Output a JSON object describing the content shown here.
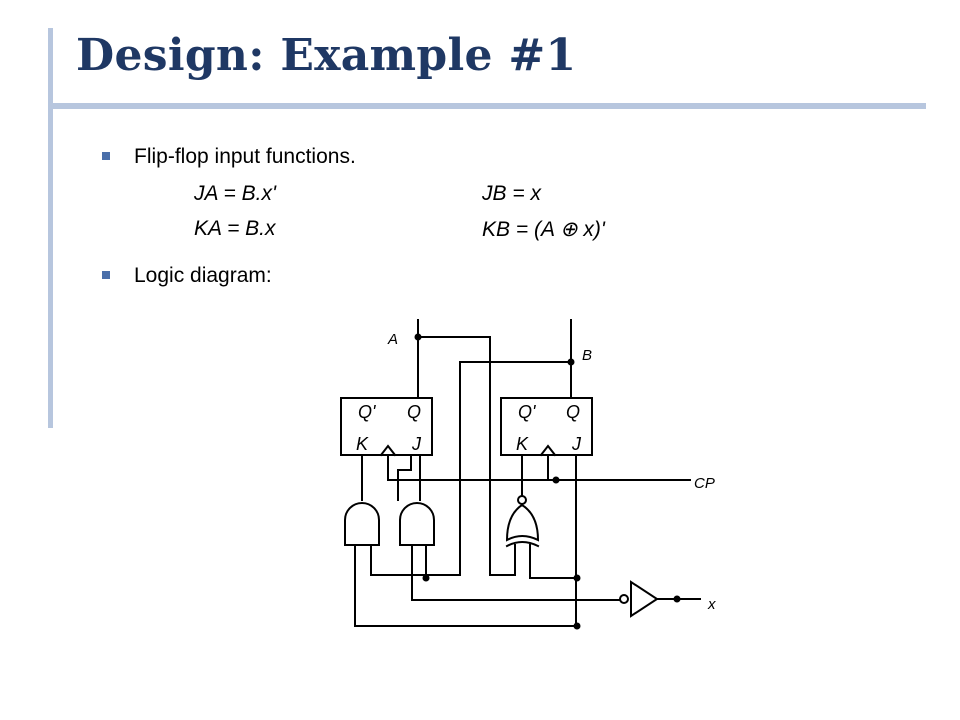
{
  "slide": {
    "title": "Design: Example #1",
    "accent_color": "#1f3864",
    "rule_color": "#b7c6de",
    "bullet_color": "#4a6faa"
  },
  "bullets": [
    {
      "text": "Flip-flop input functions."
    },
    {
      "text": "Logic diagram:"
    }
  ],
  "equations": {
    "ja": "JA = B.x'",
    "ka": "KA = B.x",
    "jb": "JB = x",
    "kb": "KB = (A ⊕ x)'"
  },
  "diagram": {
    "label_a": "A",
    "label_b": "B",
    "label_cp": "CP",
    "label_x": "x",
    "ff_a": {
      "q_bar": "Q'",
      "q": "Q",
      "k": "K",
      "j": "J"
    },
    "ff_b": {
      "q_bar": "Q'",
      "q": "Q",
      "k": "K",
      "j": "J"
    }
  }
}
